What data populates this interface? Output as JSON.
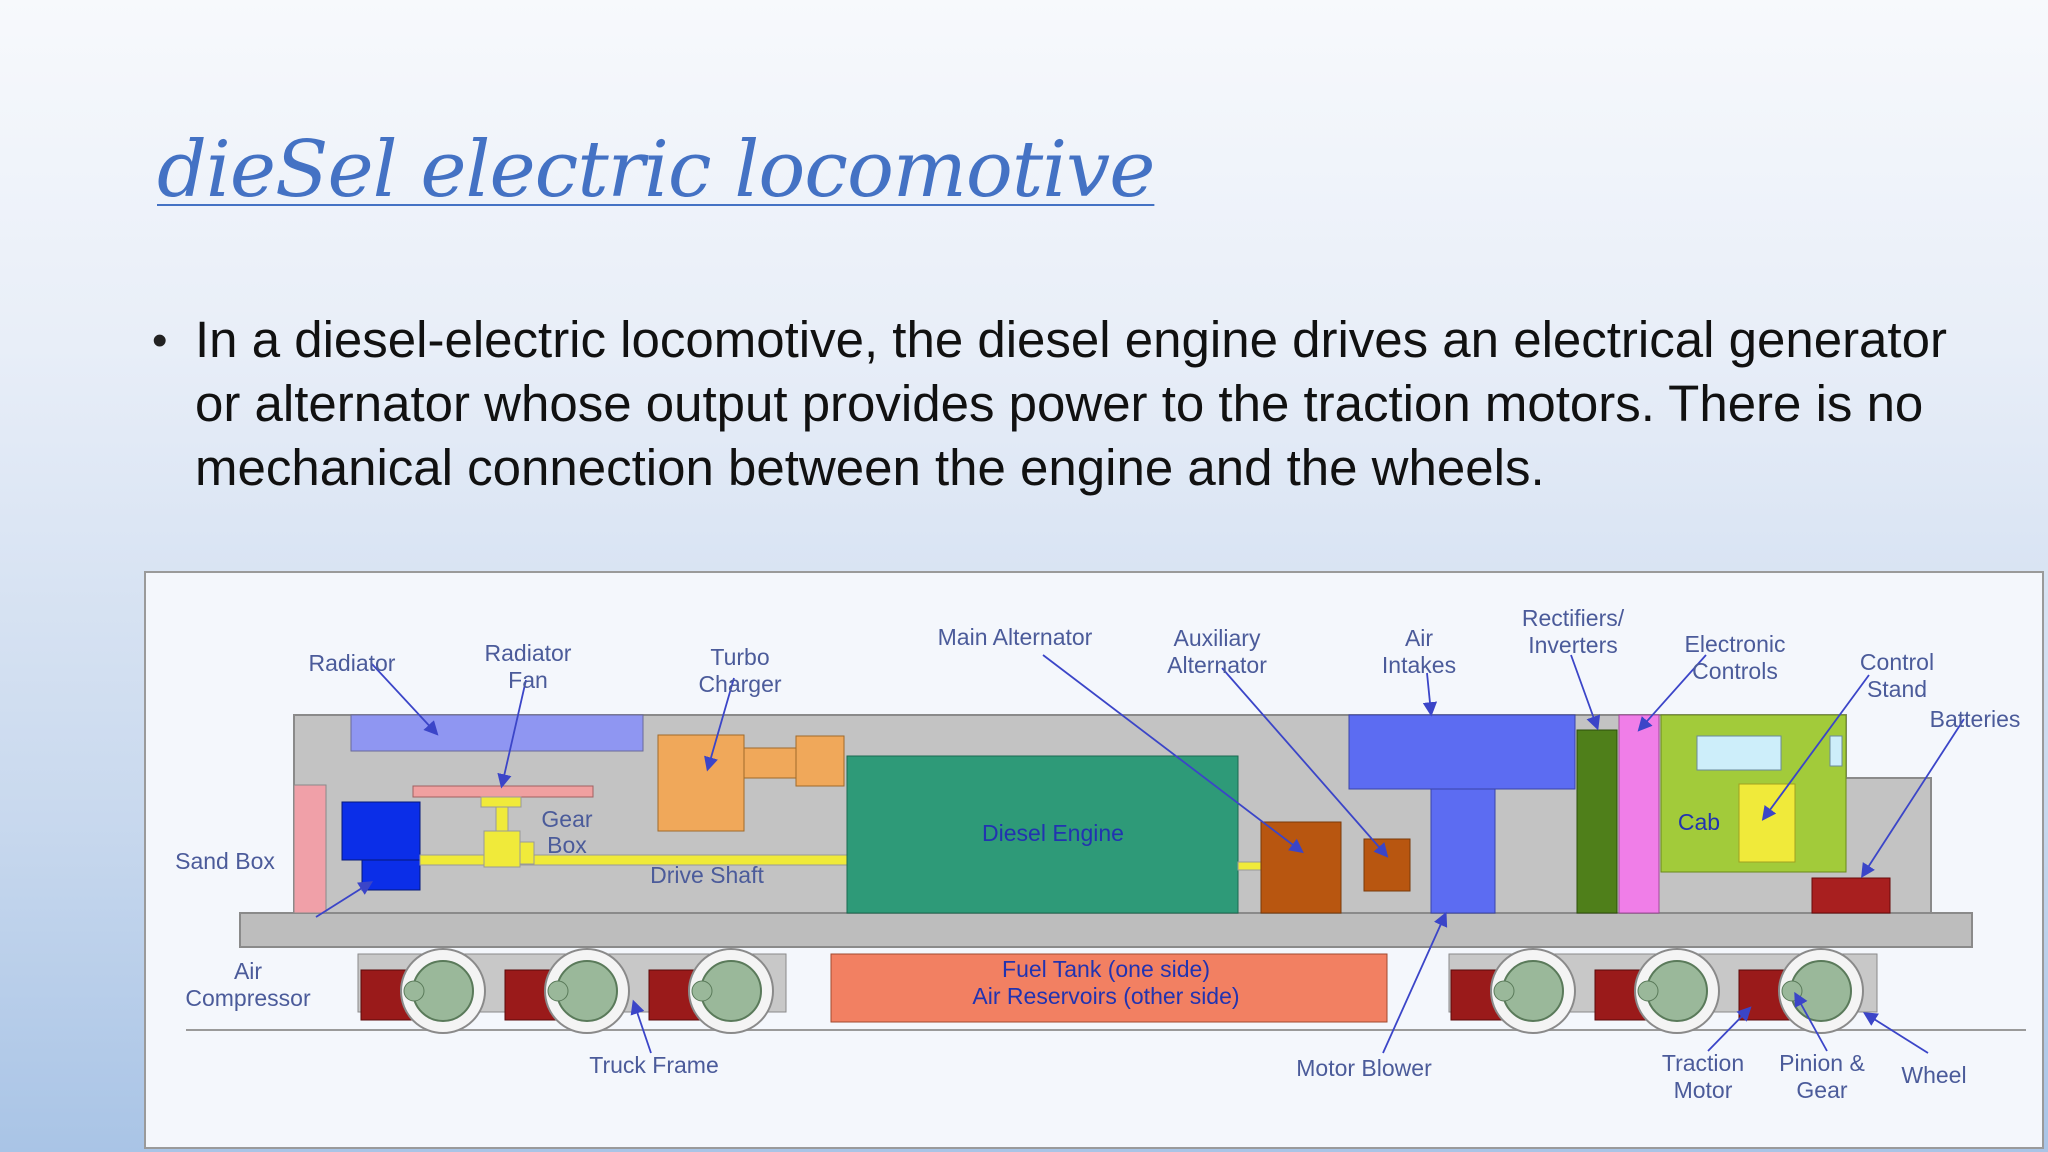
{
  "slide": {
    "title": "dieSel electric locomotive",
    "bullet": "In a diesel-electric locomotive, the diesel engine drives an electrical generator or alternator whose output provides power to the traction motors. There is no mechanical connection between the engine and the wheels."
  },
  "diagram": {
    "labels": {
      "radiator": "Radiator",
      "radiator_fan": "Radiator Fan",
      "turbo_charger": "Turbo Charger",
      "main_alternator": "Main Alternator",
      "auxiliary_alternator": "Auxiliary Alternator",
      "air_intakes": "Air Intakes",
      "rectifiers_inverters": "Rectifiers/ Inverters",
      "electronic_controls": "Electronic Controls",
      "control_stand": "Control Stand",
      "batteries": "Batteries",
      "sand_box": "Sand Box",
      "gear_box": "Gear Box",
      "drive_shaft": "Drive Shaft",
      "diesel_engine": "Diesel Engine",
      "cab": "Cab",
      "air_compressor": "Air Compressor",
      "truck_frame": "Truck Frame",
      "fuel_tank_line1": "Fuel Tank (one side)",
      "fuel_tank_line2": "Air Reservoirs (other side)",
      "motor_blower": "Motor Blower",
      "traction_motor": "Traction Motor",
      "pinion_gear": "Pinion & Gear",
      "wheel": "Wheel"
    },
    "colors": {
      "body": "#c3c3c3",
      "radiator": "#8f96f2",
      "turbo": "#f0a85a",
      "engine": "#2e9a78",
      "alternator": "#b85610",
      "air_intake": "#5c6cf2",
      "rectifier": "#4f7f1a",
      "electronics": "#f07ee8",
      "cab": "#a2cb3a",
      "batteries": "#a81f1f",
      "fuel_tank": "#f28062",
      "compressor": "#0b2ee8",
      "gear": "#f0ea3a",
      "label": "#4b5b9a"
    }
  }
}
